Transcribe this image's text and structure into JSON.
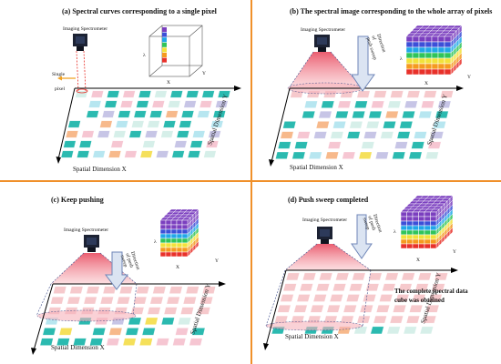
{
  "colors": {
    "divider": "#f0902a",
    "cell_palette": [
      "#2bbab0",
      "#d6efe9",
      "#f6c6d2",
      "#b7e6f0",
      "#f7b98b",
      "#f5e05a",
      "#c7c5e6",
      "#ffffff"
    ],
    "spectrum": [
      "#7b3fbf",
      "#3c4fd8",
      "#21a7e8",
      "#2fc45a",
      "#f2e23b",
      "#f59a1f",
      "#e8312a"
    ],
    "swept_tint": "#f6c9cc",
    "beam": "#ef7b83",
    "arrow_fill": "#dbe4f2",
    "arrow_stroke": "#6f86b8"
  },
  "icons": [
    "camera-icon",
    "push-direction-arrow-icon",
    "single-pixel-arrow-icon"
  ],
  "panels": [
    {
      "id": "a",
      "title": "(a)  Spectral curves corresponding to a single pixel",
      "device_label": "Imaging Spectrometer",
      "pixel_label_line1": "Single",
      "pixel_label_line2": "pixel",
      "axis_y": "Spatial Dimension Y",
      "axis_x": "Spatial Dimension X",
      "cube": {
        "x": "X",
        "y": "Y",
        "lambda": "λ"
      }
    },
    {
      "id": "b",
      "title": "(b)  The spectral image corresponding to the whole array of pixels",
      "device_label": "Imaging Spectrometer",
      "push_label": [
        "Direction",
        "of",
        "push sweep"
      ],
      "axis_y": "Spatial Dimension Y",
      "axis_x": "Spatial Dimension X",
      "cube": {
        "x": "X",
        "y": "Y",
        "lambda": "λ"
      }
    },
    {
      "id": "c",
      "title": "(c)   Keep pushing",
      "device_label": "Imaging Spectrometer",
      "push_label": [
        "Direction",
        "of push",
        "sweep"
      ],
      "axis_y": "Spatial Dimension Y",
      "axis_x": "Spatial Dimension X",
      "cube": {
        "x": "X",
        "y": "Y",
        "lambda": "λ"
      }
    },
    {
      "id": "d",
      "title": "(d)   Push sweep completed",
      "device_label": "Imaging Spectrometer",
      "push_label": [
        "Direction",
        "of push",
        "sweep"
      ],
      "axis_y": "Spatial Dimension Y",
      "axis_x": "Spatial Dimension X",
      "cube": {
        "x": "X",
        "y": "Y",
        "lambda": "λ"
      },
      "note_line1": "The complete spectral data",
      "note_line2": "cube was obtained"
    }
  ]
}
